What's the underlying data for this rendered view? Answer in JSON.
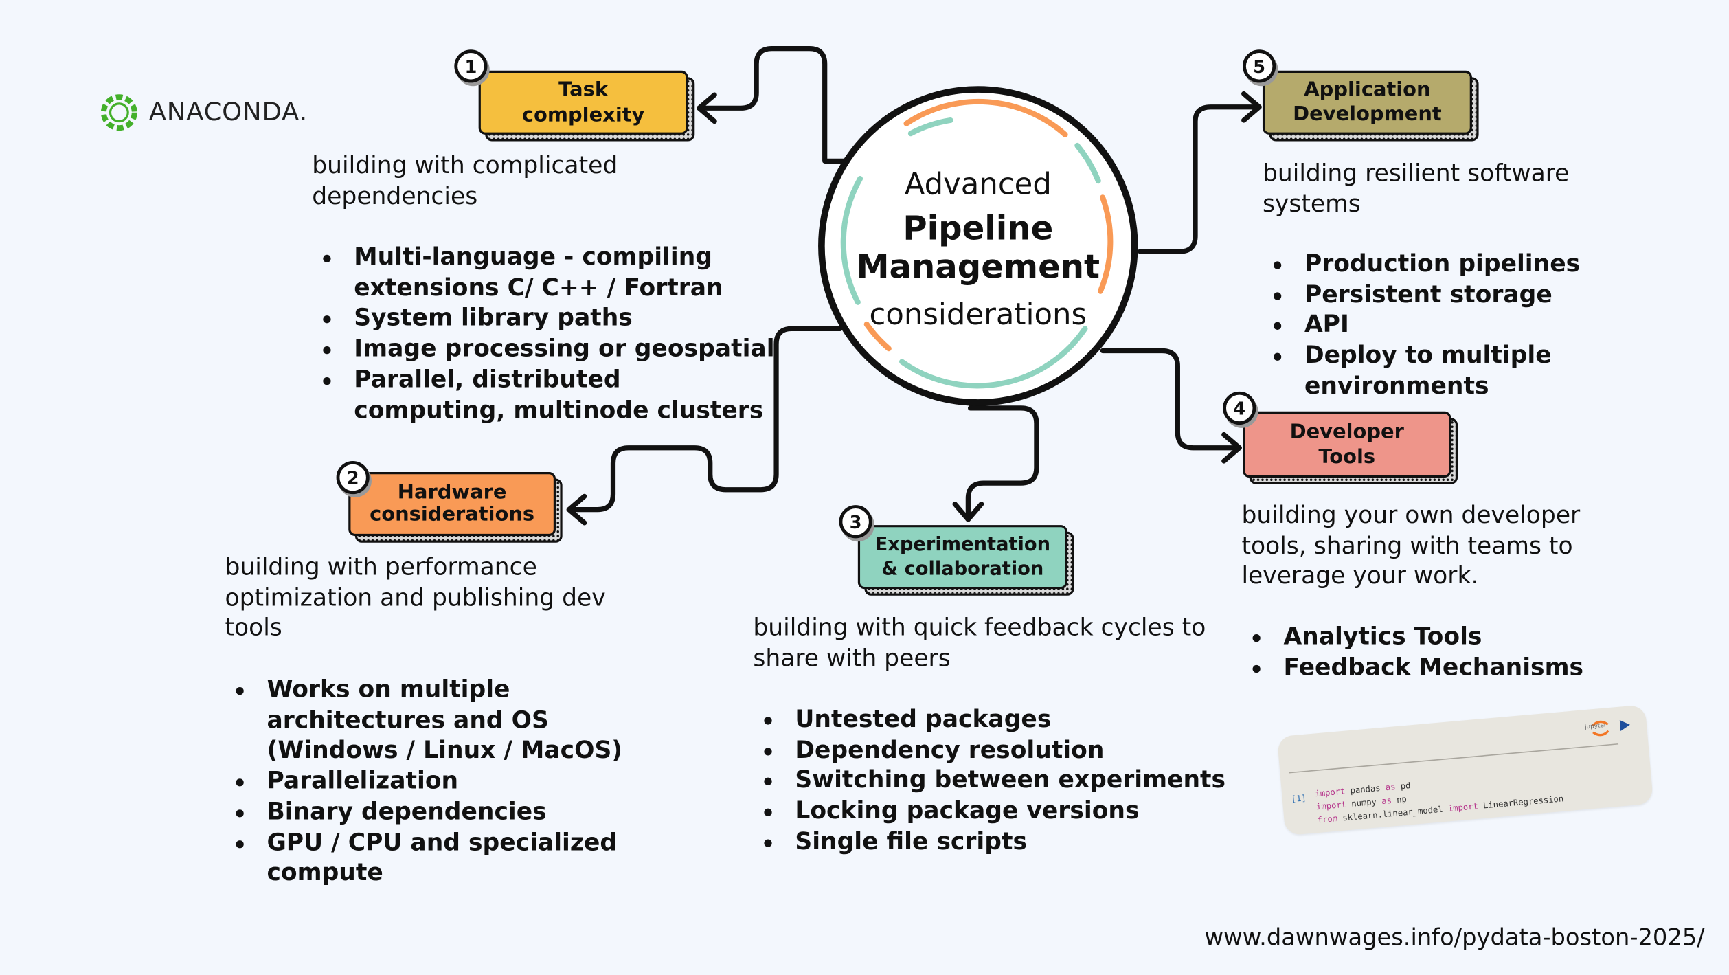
{
  "logo": {
    "text": "ANACONDA."
  },
  "center": {
    "line1": "Advanced",
    "line2": "Pipeline",
    "line3": "Management",
    "line4": "considerations"
  },
  "topics": [
    {
      "number": "1",
      "title": [
        "Task",
        "complexity"
      ],
      "color": "#f5bf3e",
      "description": "building with complicated dependencies",
      "bullets": [
        "Multi-language - compiling extensions C/ C++ / Fortran",
        "System library paths",
        "Image processing or geospatial",
        "Parallel, distributed computing, multinode clusters"
      ]
    },
    {
      "number": "2",
      "title": [
        "Hardware",
        "considerations"
      ],
      "color": "#f99a56",
      "description": "building with performance optimization and publishing dev tools",
      "bullets": [
        "Works on multiple architectures and OS (Windows / Linux / MacOS)",
        "Parallelization",
        "Binary dependencies",
        "GPU / CPU and  specialized compute"
      ]
    },
    {
      "number": "3",
      "title": [
        "Experimentation",
        "& collaboration"
      ],
      "color": "#8fd3bf",
      "description": "building with quick feedback cycles to share with peers",
      "bullets": [
        "Untested packages",
        "Dependency resolution",
        "Switching between experiments",
        "Locking package versions",
        "Single file scripts"
      ]
    },
    {
      "number": "4",
      "title": [
        "Developer",
        "Tools"
      ],
      "color": "#ee958a",
      "description": "building your own developer tools, sharing with teams to leverage your work.",
      "bullets": [
        "Analytics Tools",
        "Feedback Mechanisms"
      ]
    },
    {
      "number": "5",
      "title": [
        "Application",
        "Development"
      ],
      "color": "#b5aa6c",
      "description": "building resilient software systems",
      "bullets": [
        "Production pipelines",
        "Persistent storage",
        "API",
        "Deploy to multiple environments"
      ]
    }
  ],
  "code": {
    "prompt": "[1]",
    "logo_label": "jupyter",
    "line1": {
      "kw1": "import",
      "mod": " pandas ",
      "kw2": "as",
      "alias": " pd"
    },
    "line2": {
      "kw1": "import",
      "mod": " numpy ",
      "kw2": "as",
      "alias": " np"
    },
    "line3": {
      "kw1": "from",
      "mod": " sklearn.linear_model ",
      "kw2": "import",
      "alias": " LinearRegression"
    }
  },
  "colors": {
    "background": "#f3f7fd",
    "ring_orange": "#f99a56",
    "ring_teal": "#8fd3bf",
    "logo_green": "#43b02a"
  },
  "footer": {
    "url": "www.dawnwages.info/pydata-boston-2025/"
  }
}
